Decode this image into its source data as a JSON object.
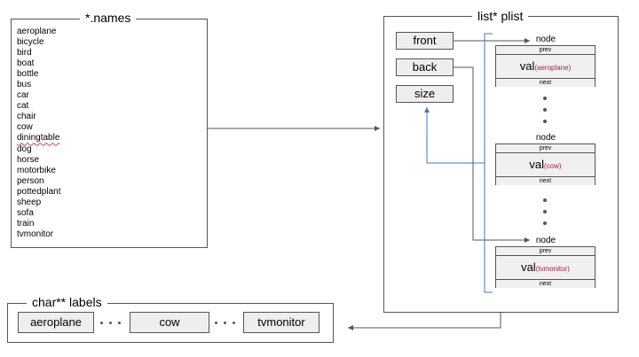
{
  "names_box": {
    "title": "*.names",
    "items": [
      "aeroplane",
      "bicycle",
      "bird",
      "boat",
      "bottle",
      "bus",
      "car",
      "cat",
      "chair",
      "cow",
      "diningtable",
      "dog",
      "horse",
      "motorbike",
      "person",
      "pottedplant",
      "sheep",
      "sofa",
      "train",
      "tvmonitor"
    ]
  },
  "plist_box": {
    "title": "list* plist",
    "buttons": {
      "front": "front",
      "back": "back",
      "size": "size"
    },
    "nodes": [
      {
        "label": "node",
        "prev": "prev",
        "val": "val",
        "sub": "(aeroplane)",
        "next": "next"
      },
      {
        "label": "node",
        "prev": "prev",
        "val": "val",
        "sub": "(cow)",
        "next": "next"
      },
      {
        "label": "node",
        "prev": "prev",
        "val": "val",
        "sub": "(tvmonitor)",
        "next": "next"
      }
    ]
  },
  "labels_box": {
    "title": "char** labels",
    "items": [
      "aeroplane",
      "cow",
      "tvmonitor"
    ]
  },
  "colors": {
    "arrow_gray": "#555555",
    "arrow_blue": "#3b78c4",
    "accent_red": "#b0203a",
    "box_fill": "#eeeeee"
  }
}
